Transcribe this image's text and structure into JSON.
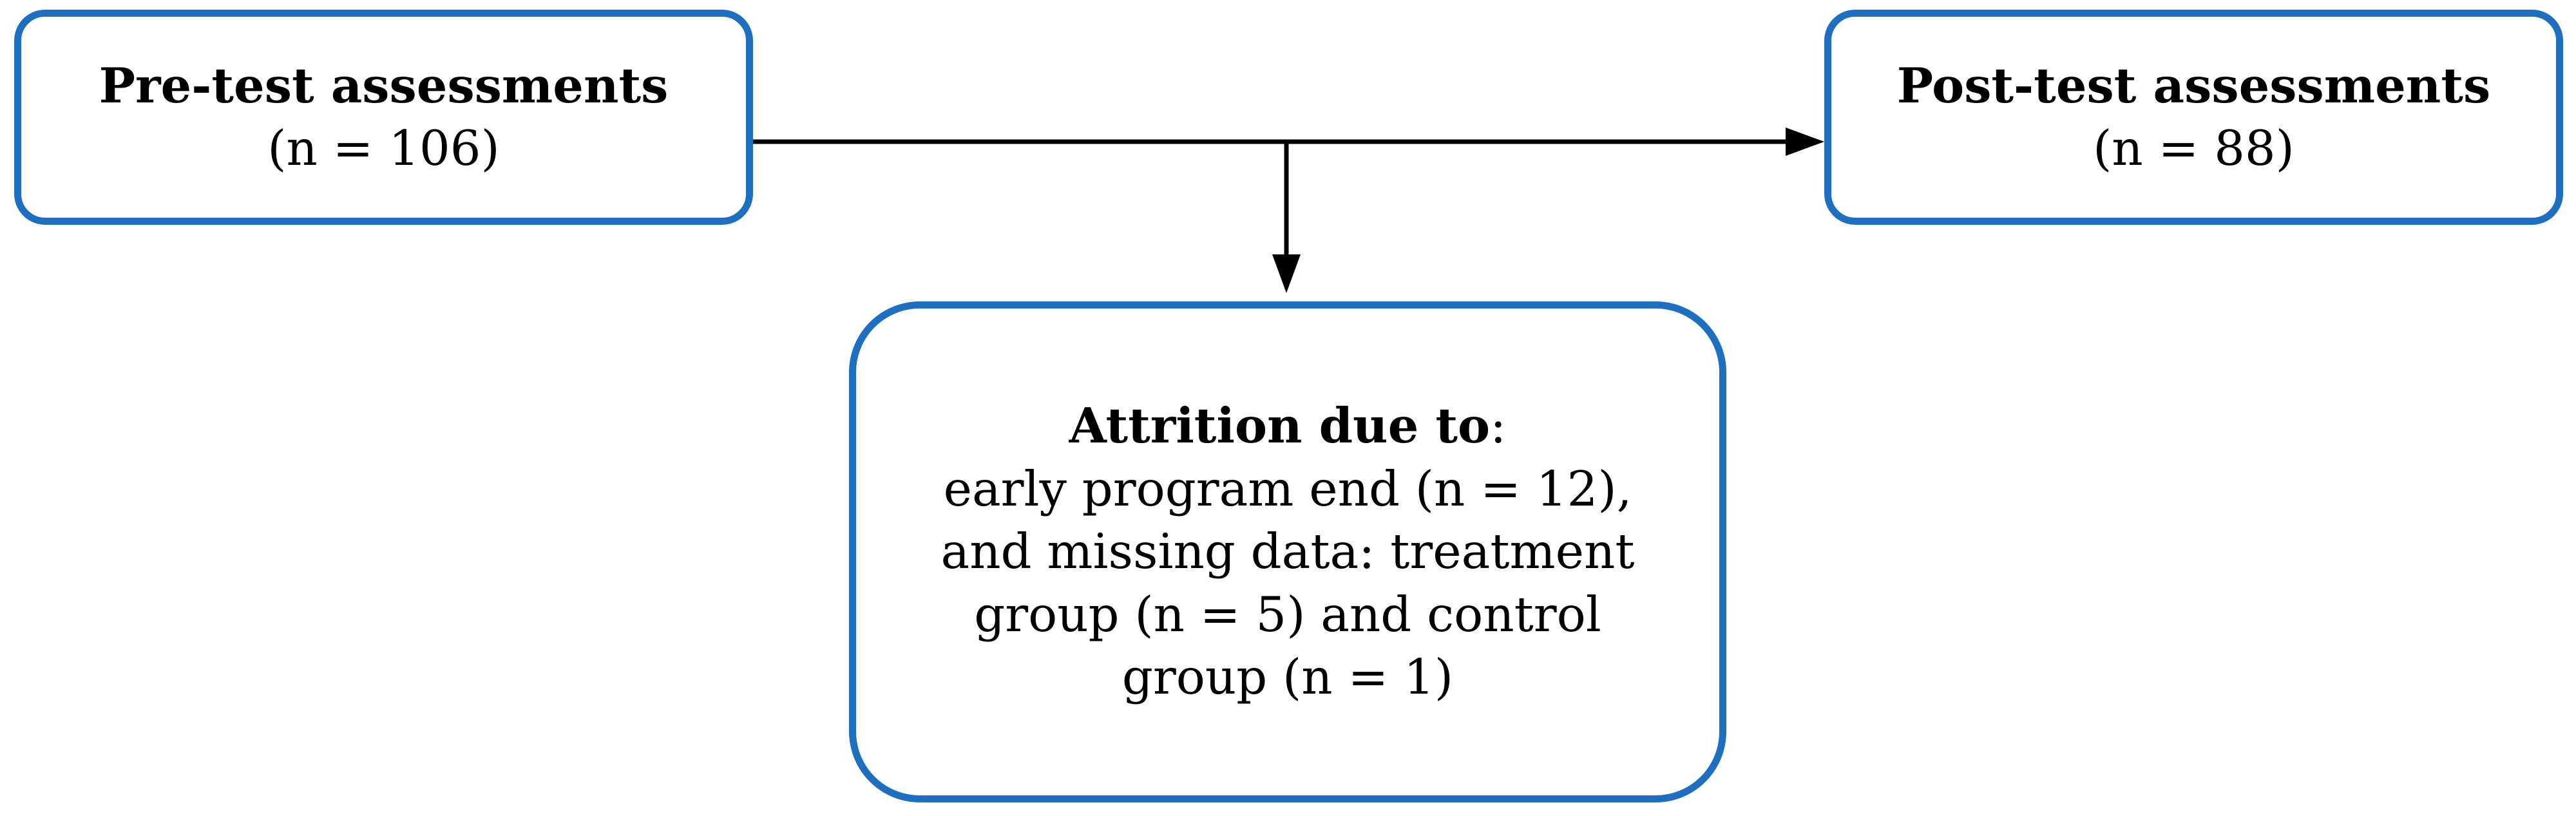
{
  "diagram": {
    "pre_test": {
      "title": "Pre-test assessments",
      "count": "(n = 106)"
    },
    "post_test": {
      "title": "Post-test assessments",
      "count": "(n = 88)"
    },
    "attrition": {
      "title": "Attrition due to",
      "title_suffix": ":",
      "lines": [
        "early program end (n = 12),",
        "and missing data: treatment",
        "group (n = 5) and control",
        "group (n = 1)"
      ]
    },
    "colors": {
      "box_border": "#1f6fc0",
      "arrow": "#000000",
      "text": "#000000"
    }
  }
}
